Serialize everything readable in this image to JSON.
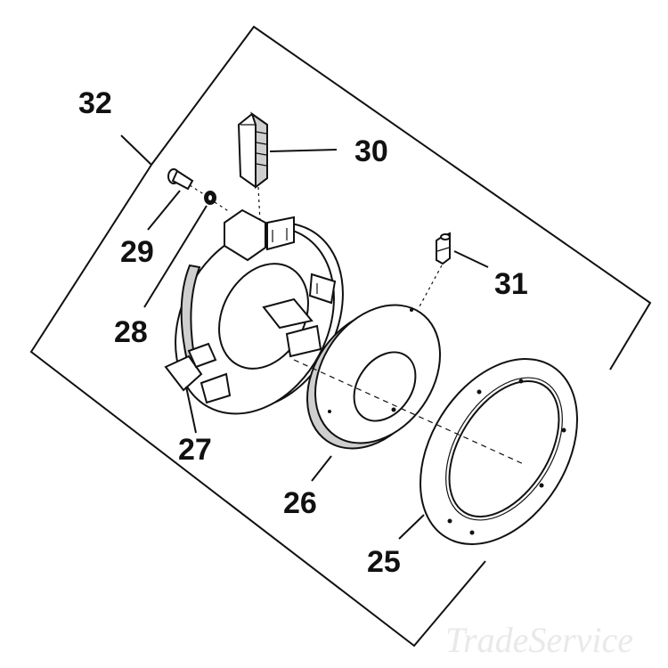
{
  "callouts": {
    "c25": "25",
    "c26": "26",
    "c27": "27",
    "c28": "28",
    "c29": "29",
    "c30": "30",
    "c31": "31",
    "c32": "32"
  },
  "watermark": "TradeService",
  "colors": {
    "ink": "#111111",
    "paper": "#ffffff",
    "shade": "#cfcfcf",
    "watermark": "#e9e9e9"
  }
}
